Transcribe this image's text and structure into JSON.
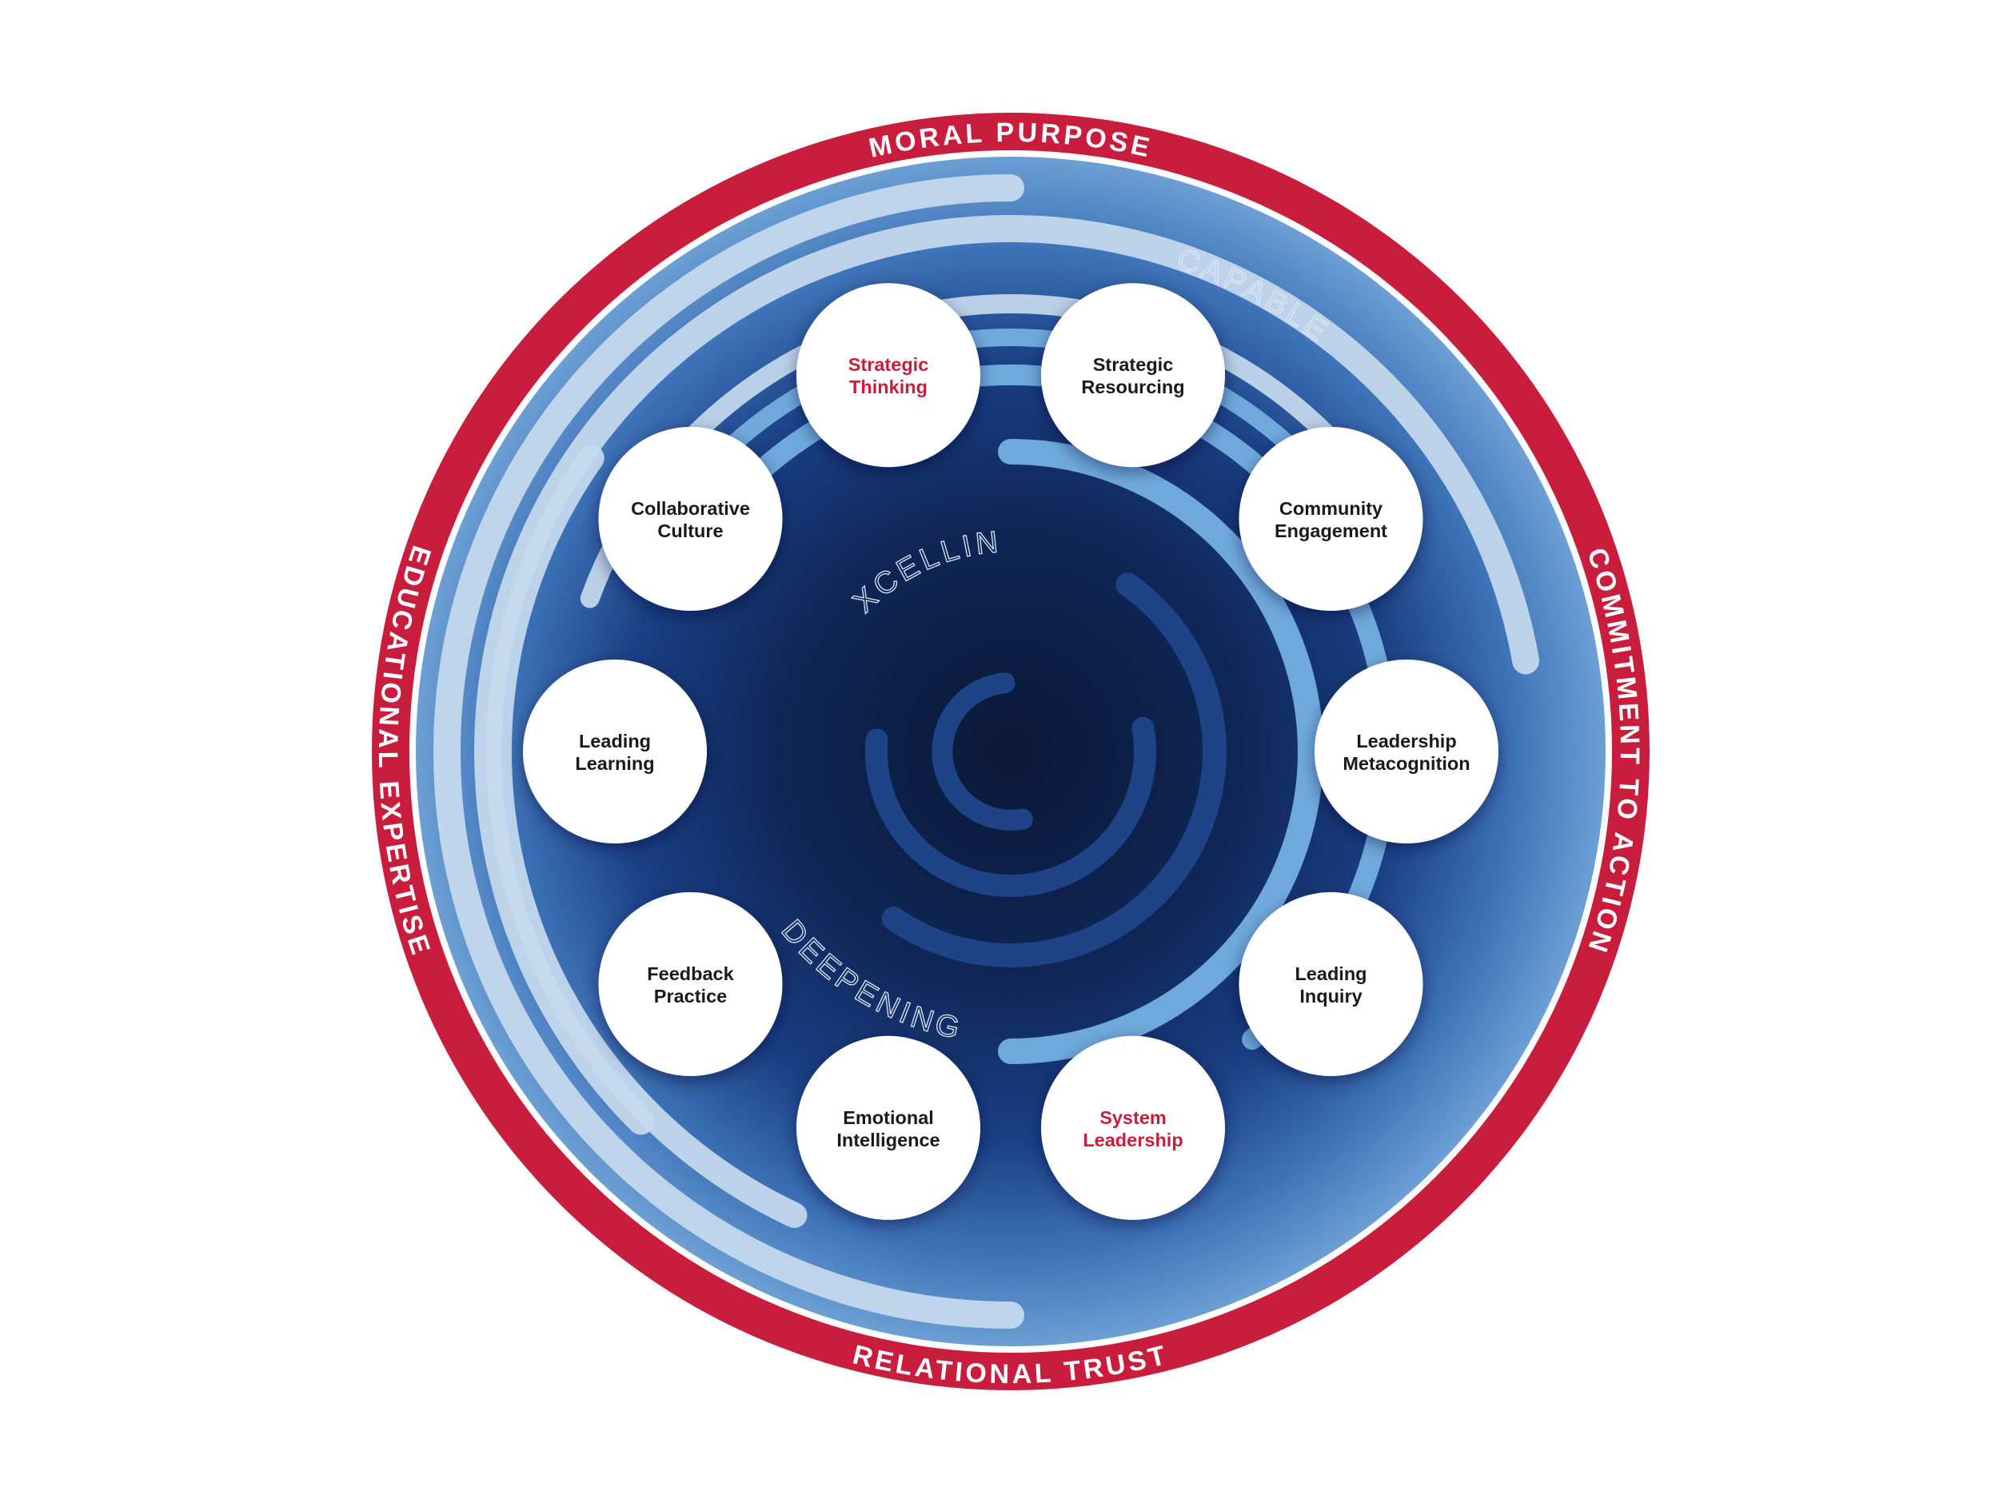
{
  "diagram": {
    "outer_ring_labels": {
      "top": "MORAL PURPOSE",
      "right": "COMMITMENT TO ACTION",
      "bottom": "RELATIONAL TRUST",
      "left": "EDUCATIONAL EXPERTISE"
    },
    "levels": {
      "outer": "CAPABLE",
      "middle": "DEEPENING",
      "inner": "EXCELLING"
    },
    "nodes": [
      {
        "lines": [
          "Strategic",
          "Thinking"
        ],
        "highlight": true
      },
      {
        "lines": [
          "Strategic",
          "Resourcing"
        ],
        "highlight": false
      },
      {
        "lines": [
          "Community",
          "Engagement"
        ],
        "highlight": false
      },
      {
        "lines": [
          "Leadership",
          "Metacognition"
        ],
        "highlight": false
      },
      {
        "lines": [
          "Leading",
          "Inquiry"
        ],
        "highlight": false
      },
      {
        "lines": [
          "System",
          "Leadership"
        ],
        "highlight": true
      },
      {
        "lines": [
          "Emotional",
          "Intelligence"
        ],
        "highlight": false
      },
      {
        "lines": [
          "Feedback",
          "Practice"
        ],
        "highlight": false
      },
      {
        "lines": [
          "Leading",
          "Learning"
        ],
        "highlight": false
      },
      {
        "lines": [
          "Collaborative",
          "Culture"
        ],
        "highlight": false
      }
    ],
    "colors": {
      "ring_red": "#c81d3c",
      "highlight_text": "#c81d3c",
      "normal_text": "#1a1a1a",
      "deep_navy": "#0a1a3e",
      "mid_blue": "#1e4387",
      "light_blue": "#6fa9dc",
      "pale_blue": "#c7daee"
    }
  }
}
